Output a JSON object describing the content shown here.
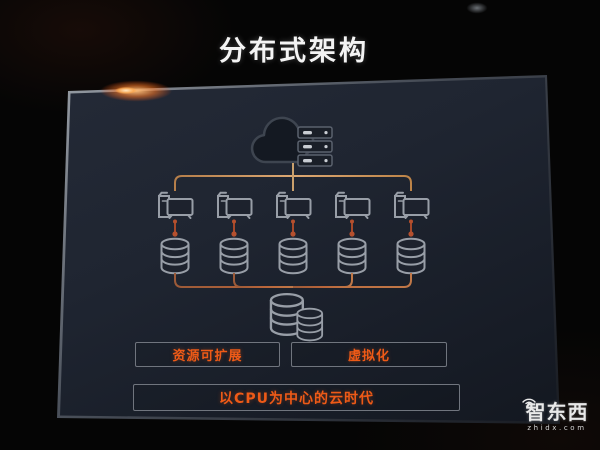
{
  "slide": {
    "title": "分布式架构",
    "tags": [
      {
        "label": "资源可扩展"
      },
      {
        "label": "虚拟化"
      }
    ],
    "banner": "以CPU为中心的云时代",
    "diagram": {
      "top_node": "cloud-server-cluster",
      "client_nodes": 5,
      "storage_nodes": 5,
      "bottom_node": "central-database-cluster"
    }
  },
  "watermark": {
    "name": "智东西",
    "domain": "zhidx.com"
  },
  "colors": {
    "accent_orange_text": "#ee5a17",
    "connector_tan": "#c98f58",
    "connector_red": "#a7492a",
    "icon_gray": "#989ea7",
    "panel_bg": "#1f2531",
    "panel_edge": "#c9cdd3",
    "title_white": "#f4f4f4",
    "background_black": "#050505"
  }
}
